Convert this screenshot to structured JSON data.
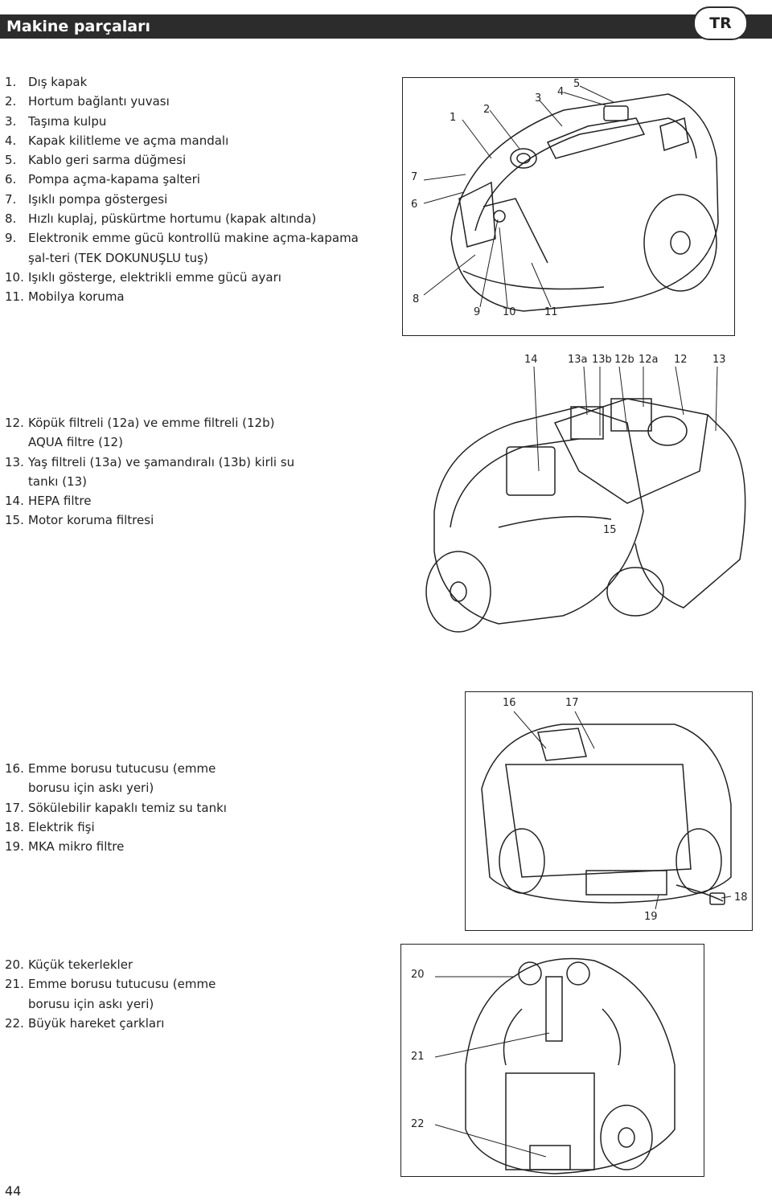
{
  "header": {
    "title": "Makine parçaları",
    "lang": "TR"
  },
  "section1": {
    "items": [
      {
        "num": "1.",
        "text": "Dış kapak"
      },
      {
        "num": "2.",
        "text": "Hortum bağlantı yuvası"
      },
      {
        "num": "3.",
        "text": "Taşıma kulpu"
      },
      {
        "num": "4.",
        "text": "Kapak kilitleme ve açma mandalı"
      },
      {
        "num": "5.",
        "text": "Kablo geri sarma düğmesi"
      },
      {
        "num": "6.",
        "text": "Pompa açma-kapama şalteri"
      },
      {
        "num": "7.",
        "text": "Işıklı pompa göstergesi"
      },
      {
        "num": "8.",
        "text": "Hızlı kuplaj, püskürtme hortumu (kapak altında)"
      },
      {
        "num": "9.",
        "text": "Elektronik emme gücü kontrollü makine açma-kapama şal-teri (TEK DOKUNUŞLU tuş)"
      },
      {
        "num": "10.",
        "text": "Işıklı gösterge, elektrikli emme gücü ayarı"
      },
      {
        "num": "11.",
        "text": "Mobilya koruma"
      }
    ],
    "callouts": [
      "1",
      "2",
      "3",
      "4",
      "5",
      "6",
      "7",
      "8",
      "9",
      "10",
      "11"
    ]
  },
  "section2": {
    "items": [
      {
        "num": "12.",
        "text": "Köpük filtreli (12a) ve emme filtreli (12b) AQUA filtre (12)"
      },
      {
        "num": "13.",
        "text": "Yaş filtreli (13a) ve şamandıralı (13b) kirli su tankı (13)"
      },
      {
        "num": "14.",
        "text": "HEPA filtre"
      },
      {
        "num": "15.",
        "text": "Motor koruma filtresi"
      }
    ],
    "callouts": [
      "14",
      "13a",
      "13b",
      "12b",
      "12a",
      "12",
      "13",
      "15"
    ]
  },
  "section3": {
    "items": [
      {
        "num": "16.",
        "text": "Emme borusu tutucusu (emme borusu için askı yeri)"
      },
      {
        "num": "17.",
        "text": "Sökülebilir kapaklı temiz su tankı"
      },
      {
        "num": "18.",
        "text": "Elektrik fişi"
      },
      {
        "num": "19.",
        "text": "MKA mikro filtre"
      }
    ],
    "callouts": [
      "16",
      "17",
      "18",
      "19"
    ]
  },
  "section4": {
    "items": [
      {
        "num": "20.",
        "text": "Küçük tekerlekler"
      },
      {
        "num": "21.",
        "text": "Emme borusu tutucusu (emme borusu için askı yeri)"
      },
      {
        "num": "22.",
        "text": "Büyük hareket çarkları"
      }
    ],
    "callouts": [
      "20",
      "21",
      "22"
    ]
  },
  "page_number": "44"
}
